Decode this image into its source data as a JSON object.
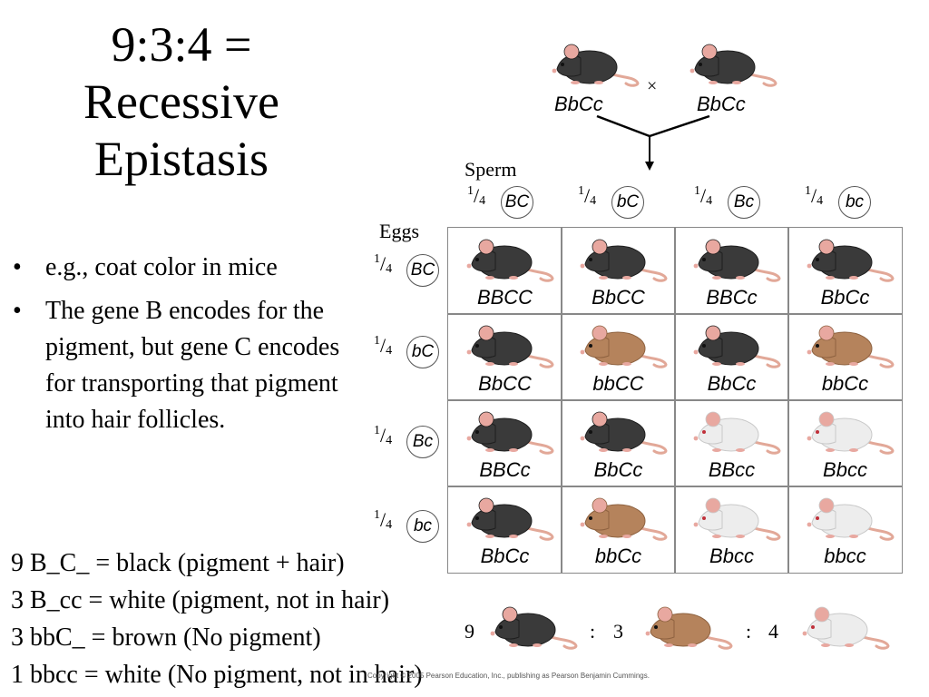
{
  "title": {
    "line1": "9:3:4 =",
    "line2": "Recessive",
    "line3": "Epistasis"
  },
  "bullets": [
    "e.g., coat color in mice",
    "The gene B encodes for the pigment, but gene C encodes for transporting that pigment into hair follicles."
  ],
  "bullet_symbol": "•",
  "summary": [
    "9 B_C_ = black (pigment + hair)",
    "3 B_cc = white (pigment, not in hair)",
    "3 bbC_ = brown (No pigment)",
    "1 bbcc = white (No pigment, not in hair)"
  ],
  "cross": {
    "parent1": "BbCc",
    "parent2": "BbCc",
    "symbol": "×"
  },
  "labels": {
    "sperm": "Sperm",
    "eggs": "Eggs"
  },
  "fraction": {
    "numerator": "1",
    "denominator": "4"
  },
  "sperm_gametes": [
    "BC",
    "bC",
    "Bc",
    "bc"
  ],
  "egg_gametes": [
    "BC",
    "bC",
    "Bc",
    "bc"
  ],
  "punnett": [
    [
      {
        "genotype": "BBCC",
        "color": "black"
      },
      {
        "genotype": "BbCC",
        "color": "black"
      },
      {
        "genotype": "BBCc",
        "color": "black"
      },
      {
        "genotype": "BbCc",
        "color": "black"
      }
    ],
    [
      {
        "genotype": "BbCC",
        "color": "black"
      },
      {
        "genotype": "bbCC",
        "color": "brown"
      },
      {
        "genotype": "BbCc",
        "color": "black"
      },
      {
        "genotype": "bbCc",
        "color": "brown"
      }
    ],
    [
      {
        "genotype": "BBCc",
        "color": "black"
      },
      {
        "genotype": "BbCc",
        "color": "black"
      },
      {
        "genotype": "BBcc",
        "color": "white"
      },
      {
        "genotype": "Bbcc",
        "color": "white"
      }
    ],
    [
      {
        "genotype": "BbCc",
        "color": "black"
      },
      {
        "genotype": "bbCc",
        "color": "brown"
      },
      {
        "genotype": "Bbcc",
        "color": "white"
      },
      {
        "genotype": "bbcc",
        "color": "white"
      }
    ]
  ],
  "ratio": {
    "black": "9",
    "brown": "3",
    "white": "4",
    "separator": ":"
  },
  "copyright": "Copyright © 2005 Pearson Education, Inc., publishing as Pearson Benjamin Cummings.",
  "colors": {
    "black": "#3a3a3a",
    "brown": "#b5835c",
    "white": "#ededed",
    "ear": "#e8a8a0",
    "tail": "#e2a898"
  }
}
